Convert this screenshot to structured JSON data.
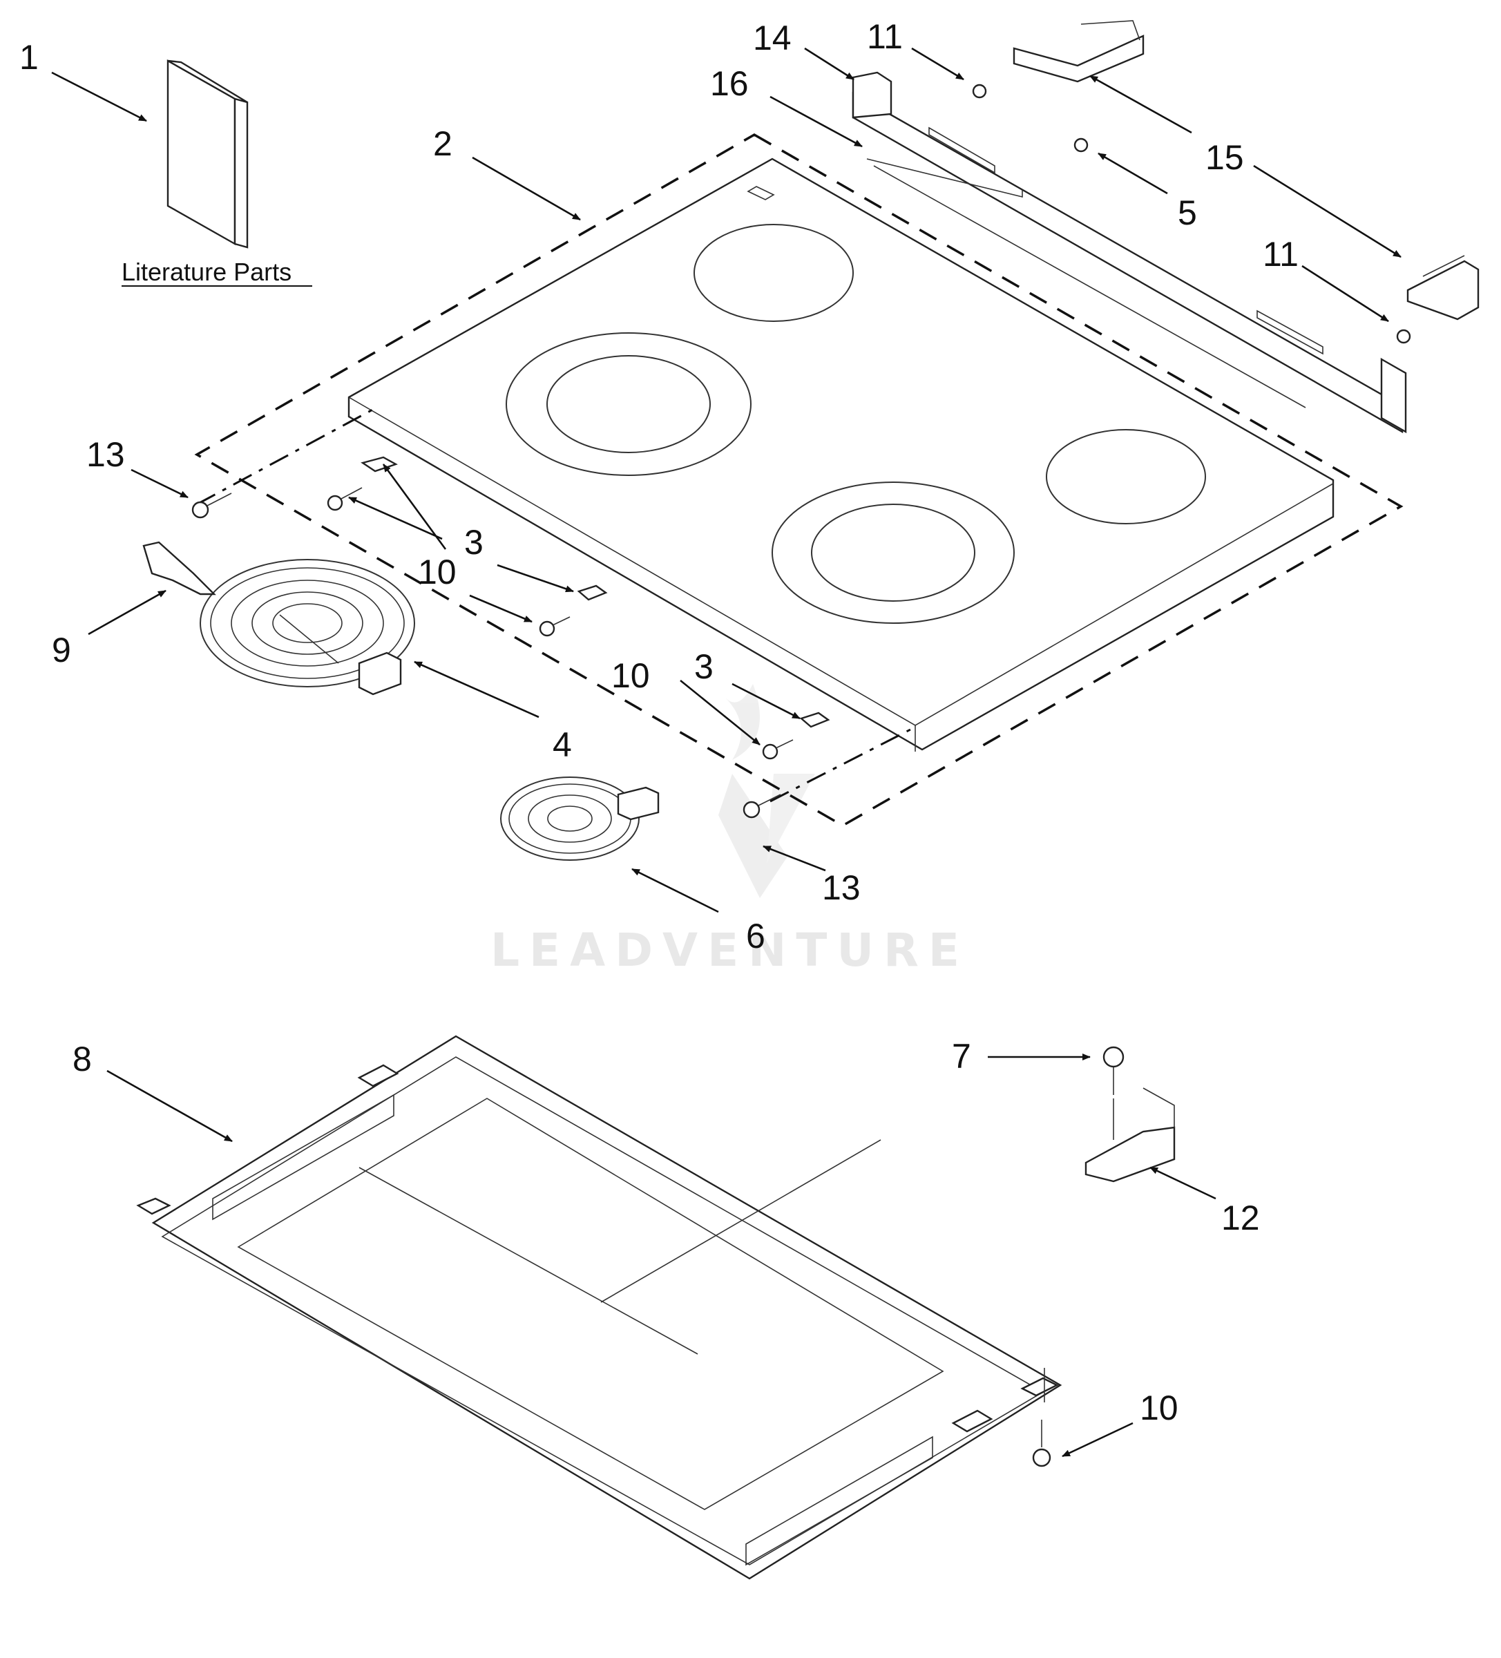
{
  "callouts": [
    {
      "id": "c1",
      "label": "1"
    },
    {
      "id": "c2",
      "label": "2"
    },
    {
      "id": "c3a",
      "label": "3"
    },
    {
      "id": "c3b",
      "label": "3"
    },
    {
      "id": "c4",
      "label": "4"
    },
    {
      "id": "c5",
      "label": "5"
    },
    {
      "id": "c6",
      "label": "6"
    },
    {
      "id": "c7",
      "label": "7"
    },
    {
      "id": "c8",
      "label": "8"
    },
    {
      "id": "c9",
      "label": "9"
    },
    {
      "id": "c10a",
      "label": "10"
    },
    {
      "id": "c10b",
      "label": "10"
    },
    {
      "id": "c10c",
      "label": "10"
    },
    {
      "id": "c11a",
      "label": "11"
    },
    {
      "id": "c11b",
      "label": "11"
    },
    {
      "id": "c12",
      "label": "12"
    },
    {
      "id": "c13a",
      "label": "13"
    },
    {
      "id": "c13b",
      "label": "13"
    },
    {
      "id": "c14",
      "label": "14"
    },
    {
      "id": "c15",
      "label": "15"
    },
    {
      "id": "c16",
      "label": "16"
    }
  ],
  "literature": {
    "label": "Literature Parts"
  },
  "watermark": {
    "text": "LEADVENTURE"
  }
}
